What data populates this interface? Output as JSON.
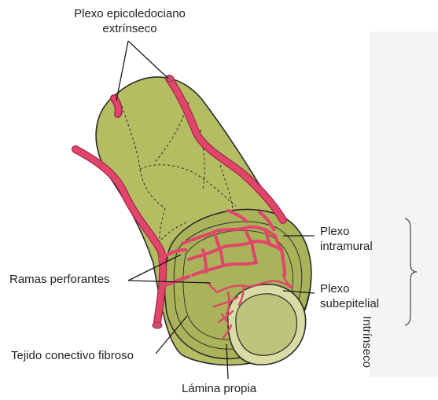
{
  "labels": {
    "extrinsic_plexus": [
      "Plexo epicoledociano",
      "extrínseco"
    ],
    "intramural_plexus": [
      "Plexo",
      "intramural"
    ],
    "subepithelial_plexus": [
      "Plexo",
      "subepitelial"
    ],
    "perforating_branches": "Ramas perforantes",
    "fibrous_tissue": "Tejido conectivo fibroso",
    "lamina_propria": "Lámina propia",
    "intrinsic_bracket": "Intrínseco"
  },
  "colors": {
    "tissue": "#b4bd62",
    "tissue_dark": "#8d9748",
    "vessel": "#e0456a",
    "vessel_dark": "#a3284a",
    "line": "#2b2b2b",
    "background": "#ffffff"
  }
}
